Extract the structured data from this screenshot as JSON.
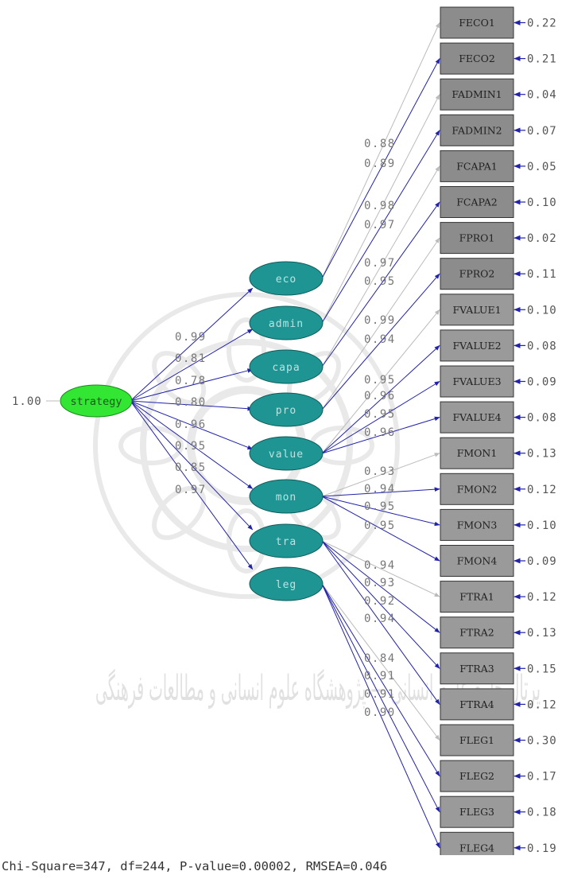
{
  "diagram": {
    "second_order_factor": {
      "name": "strategy",
      "variance": "1.00",
      "fill": "#33e633"
    },
    "first_order_factors": [
      {
        "name": "eco",
        "loading": "0.99"
      },
      {
        "name": "admin",
        "loading": "0.81"
      },
      {
        "name": "capa",
        "loading": "0.78"
      },
      {
        "name": "pro",
        "loading": "0.80"
      },
      {
        "name": "value",
        "loading": "0.96"
      },
      {
        "name": "mon",
        "loading": "0.95"
      },
      {
        "name": "tra",
        "loading": "0.85"
      },
      {
        "name": "leg",
        "loading": "0.97"
      }
    ],
    "indicators": [
      {
        "name": "FECO1",
        "factor": "eco",
        "loading": "0.88",
        "error": "0.22"
      },
      {
        "name": "FECO2",
        "factor": "eco",
        "loading": "0.89",
        "error": "0.21"
      },
      {
        "name": "FADMIN1",
        "factor": "admin",
        "loading": "0.98",
        "error": "0.04"
      },
      {
        "name": "FADMIN2",
        "factor": "admin",
        "loading": "0.97",
        "error": "0.07"
      },
      {
        "name": "FCAPA1",
        "factor": "capa",
        "loading": "0.97",
        "error": "0.05"
      },
      {
        "name": "FCAPA2",
        "factor": "capa",
        "loading": "0.95",
        "error": "0.10"
      },
      {
        "name": "FPRO1",
        "factor": "pro",
        "loading": "0.99",
        "error": "0.02"
      },
      {
        "name": "FPRO2",
        "factor": "pro",
        "loading": "0.94",
        "error": "0.11"
      },
      {
        "name": "FVALUE1",
        "factor": "value",
        "loading": "0.95",
        "error": "0.10"
      },
      {
        "name": "FVALUE2",
        "factor": "value",
        "loading": "0.96",
        "error": "0.08"
      },
      {
        "name": "FVALUE3",
        "factor": "value",
        "loading": "0.95",
        "error": "0.09"
      },
      {
        "name": "FVALUE4",
        "factor": "value",
        "loading": "0.96",
        "error": "0.08"
      },
      {
        "name": "FMON1",
        "factor": "mon",
        "loading": "0.93",
        "error": "0.13"
      },
      {
        "name": "FMON2",
        "factor": "mon",
        "loading": "0.94",
        "error": "0.12"
      },
      {
        "name": "FMON3",
        "factor": "mon",
        "loading": "0.95",
        "error": "0.10"
      },
      {
        "name": "FMON4",
        "factor": "mon",
        "loading": "0.95",
        "error": "0.09"
      },
      {
        "name": "FTRA1",
        "factor": "tra",
        "loading": "0.94",
        "error": "0.12"
      },
      {
        "name": "FTRA2",
        "factor": "tra",
        "loading": "0.93",
        "error": "0.13"
      },
      {
        "name": "FTRA3",
        "factor": "tra",
        "loading": "0.92",
        "error": "0.15"
      },
      {
        "name": "FTRA4",
        "factor": "tra",
        "loading": "0.94",
        "error": "0.12"
      },
      {
        "name": "FLEG1",
        "factor": "leg",
        "loading": "0.84",
        "error": "0.30"
      },
      {
        "name": "FLEG2",
        "factor": "leg",
        "loading": "0.91",
        "error": "0.17"
      },
      {
        "name": "FLEG3",
        "factor": "leg",
        "loading": "0.91",
        "error": "0.18"
      },
      {
        "name": "FLEG4",
        "factor": "leg",
        "loading": "0.90",
        "error": "0.19"
      }
    ],
    "colors": {
      "factor_fill": "#1f9593",
      "indicator_fill": "#8c8c8c",
      "path_blue": "#2222aa",
      "path_gray": "#bbbbbb",
      "label_gray": "#777777"
    },
    "watermark": "پرتال جامع علوم انسانی — پژوهشگاه علوم انسانی و مطالعات فرهنگی"
  },
  "fit_statistics": "Chi-Square=347, df=244, P-value=0.00002, RMSEA=0.046"
}
